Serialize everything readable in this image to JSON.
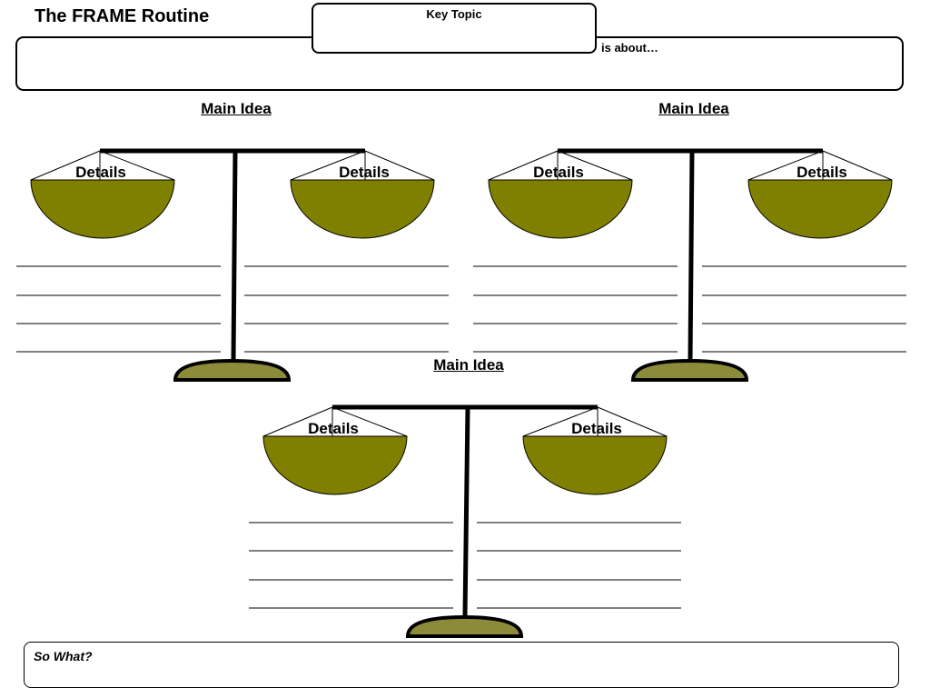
{
  "header": {
    "title": "The FRAME Routine",
    "key_topic_label": "Key Topic",
    "is_about_label": "is about…"
  },
  "scales": [
    {
      "main_idea_label": "Main Idea",
      "left_pan_label": "Details",
      "right_pan_label": "Details"
    },
    {
      "main_idea_label": "Main Idea",
      "left_pan_label": "Details",
      "right_pan_label": "Details"
    },
    {
      "main_idea_label": "Main Idea",
      "left_pan_label": "Details",
      "right_pan_label": "Details"
    }
  ],
  "footer": {
    "so_what_label": "So What?"
  },
  "colors": {
    "pan_fill": "#808000",
    "base_fill": "#8b8b3a",
    "line": "#000000"
  }
}
